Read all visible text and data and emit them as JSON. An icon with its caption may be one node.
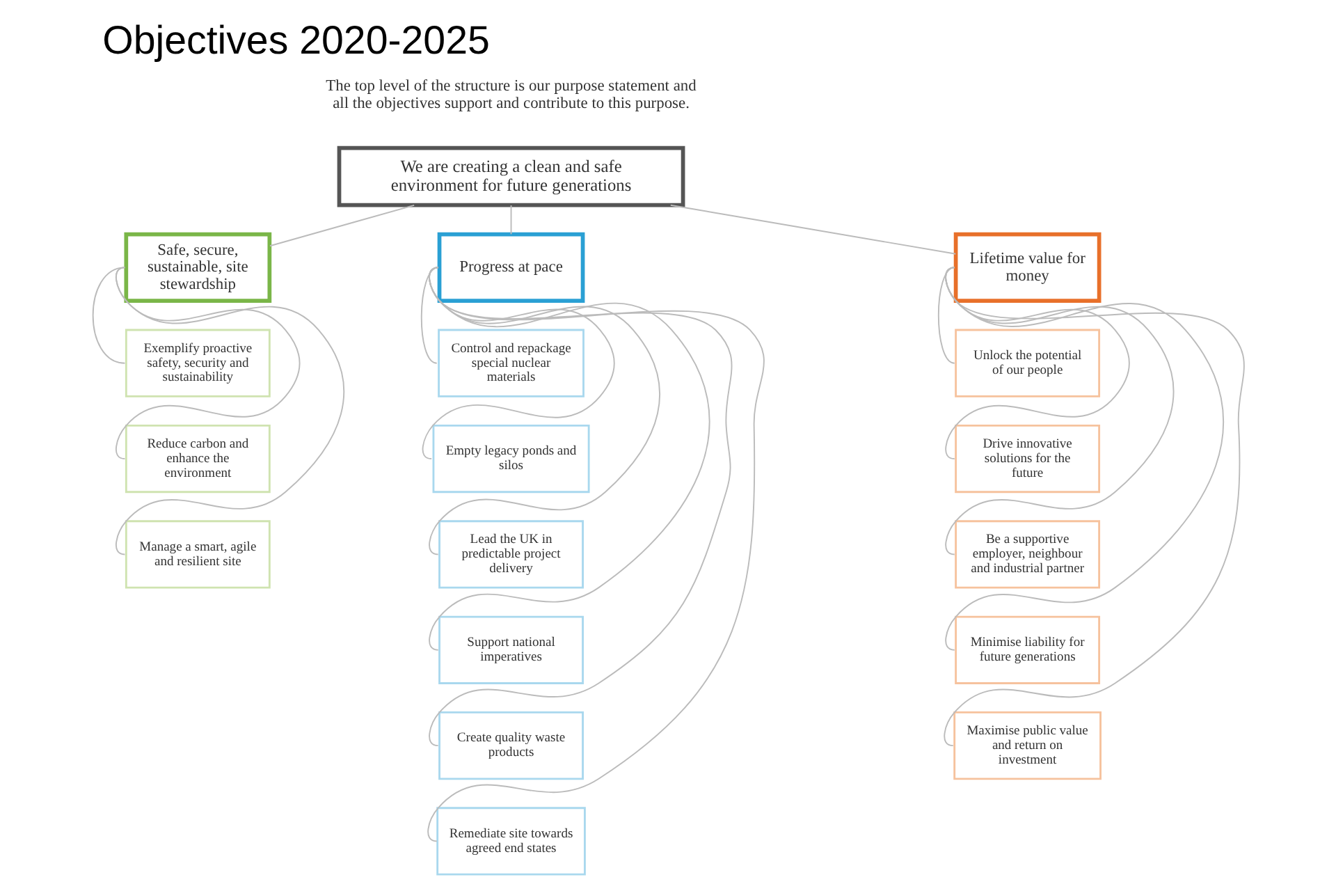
{
  "diagram": {
    "title": "Objectives 2020-2025",
    "nodes": [
      {
        "text": [
          "We are creating a clean and safe environment for future generations"
        ]
      },
      {
        "text": [
          "Safe, secure, sustainable, site stewardship"
        ]
      },
      {
        "text": [
          "Exemplify proactive safety, security and sustainability"
        ]
      },
      {
        "text": [
          "Reduce carbon and enhance the environment"
        ]
      },
      {
        "text": [
          "Manage a smart, agile and resilient site"
        ]
      },
      {
        "text": [
          "Progress at pace"
        ]
      },
      {
        "text": [
          "Control and repackage special nuclear materials"
        ]
      },
      {
        "text": [
          "Empty legacy ponds and silos"
        ]
      },
      {
        "text": [
          "Lead the UK in predictable project delivery"
        ]
      },
      {
        "text": [
          "Support national imperatives"
        ]
      },
      {
        "text": [
          "Create quality waste products"
        ]
      },
      {
        "text": [
          "Remediate site towards agreed end states"
        ]
      },
      {
        "text": [
          "Lifetime value for money"
        ]
      },
      {
        "text": [
          "Unlock the potential of our people"
        ]
      },
      {
        "text": [
          "Drive innovative solutions for the future"
        ]
      },
      {
        "text": [
          "Be a supportive employer, neighbour and industrial partner"
        ]
      },
      {
        "text": [
          "Minimise liability for future generations"
        ]
      },
      {
        "text": [
          "Maximise public value and return on investment"
        ]
      }
    ],
    "edges": [
      {
        "from": 0,
        "to": 1,
        "arrow": "none"
      },
      {
        "from": 0,
        "to": 5,
        "arrow": "none"
      },
      {
        "from": 0,
        "to": 12,
        "arrow": "none"
      },
      {
        "from": 1,
        "to": 2,
        "arrow": "none"
      },
      {
        "from": 1,
        "to": 3,
        "arrow": "none"
      },
      {
        "from": 1,
        "to": 4,
        "arrow": "none"
      },
      {
        "from": 5,
        "to": 6,
        "arrow": "none"
      },
      {
        "from": 5,
        "to": 7,
        "arrow": "none"
      },
      {
        "from": 5,
        "to": 8,
        "arrow": "none"
      },
      {
        "from": 5,
        "to": 9,
        "arrow": "none"
      },
      {
        "from": 5,
        "to": 10,
        "arrow": "none"
      },
      {
        "from": 5,
        "to": 11,
        "arrow": "none"
      },
      {
        "from": 12,
        "to": 13,
        "arrow": "none"
      },
      {
        "from": 12,
        "to": 14,
        "arrow": "none"
      },
      {
        "from": 12,
        "to": 15,
        "arrow": "none"
      },
      {
        "from": 12,
        "to": 16,
        "arrow": "none"
      },
      {
        "from": 12,
        "to": 17,
        "arrow": "none"
      }
    ],
    "labels": [
      "The top level of the structure is our purpose statement and all the objectives support and contribute to this purpose."
    ]
  }
}
